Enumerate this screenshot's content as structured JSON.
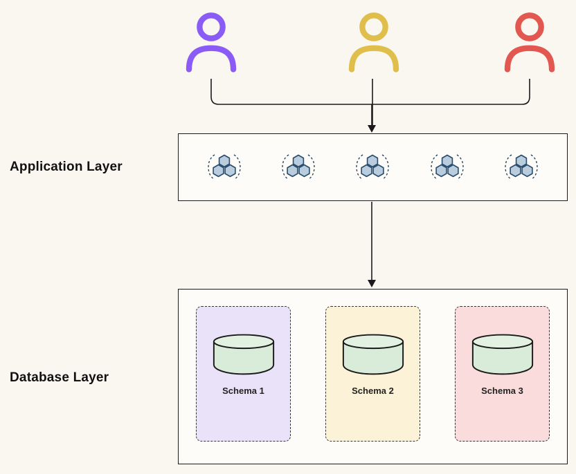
{
  "background": "#faf7f1",
  "users": [
    {
      "name": "user-1",
      "color": "#8a5cf5"
    },
    {
      "name": "user-2",
      "color": "#e0be4b"
    },
    {
      "name": "user-3",
      "color": "#e2574f"
    }
  ],
  "application_layer": {
    "label": "Application Layer",
    "icon": "services-icon",
    "icon_count": 5,
    "icon_fill": "#bacdde",
    "icon_stroke": "#274b68"
  },
  "database_layer": {
    "label": "Database Layer",
    "cylinder_fill": "#d9ecda",
    "schemas": [
      {
        "label": "Schema 1",
        "fill": "#e9e2f9"
      },
      {
        "label": "Schema 2",
        "fill": "#fcf2d7"
      },
      {
        "label": "Schema 3",
        "fill": "#fadcdc"
      }
    ]
  },
  "connectors": {
    "color": "#1a1a1a"
  }
}
